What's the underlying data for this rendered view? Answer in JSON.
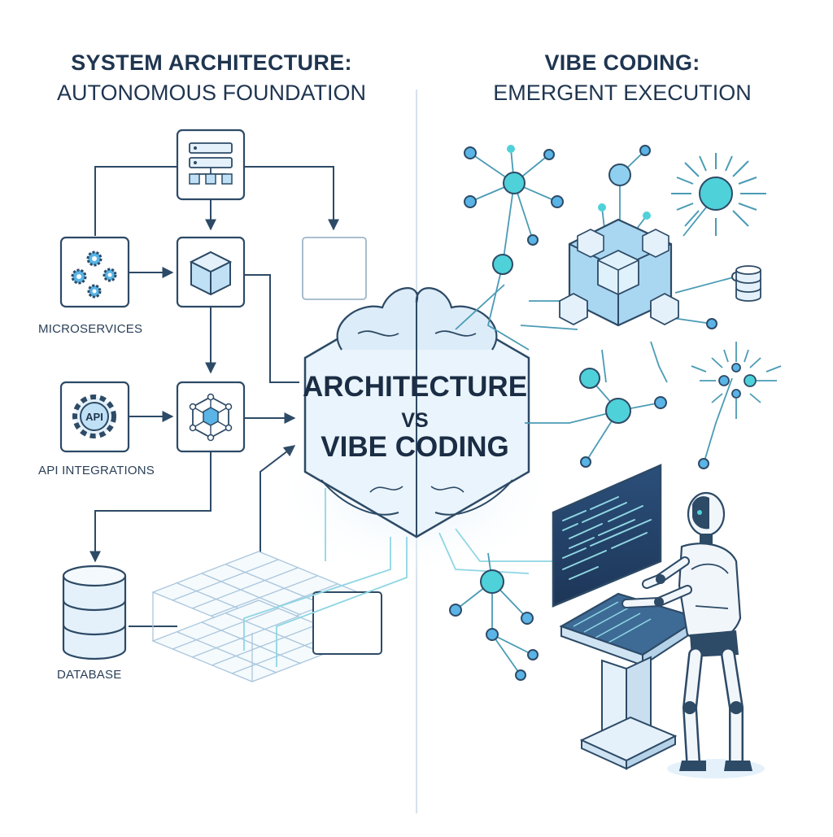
{
  "left_panel": {
    "title_bold": "SYSTEM ARCHITECTURE:",
    "title_light": "AUTONOMOUS FOUNDATION",
    "labels": {
      "microservices": "MICROSERVICES",
      "api_integrations": "API INTEGRATIONS",
      "database": "DATABASE"
    },
    "api_badge": "API"
  },
  "right_panel": {
    "title_bold": "VIBE CODING:",
    "title_light": "EMERGENT EXECUTION"
  },
  "center": {
    "line1": "ARCHITECTURE",
    "line2": "VS",
    "line3": "VIBE CODING"
  },
  "colors": {
    "navy": "#1f3550",
    "line": "#2d4a66",
    "teal": "#4fd1d9",
    "blue_node": "#5ab4e6",
    "pale_blue": "#e4f1fb",
    "cyan_line": "#8fd6e3"
  },
  "icons": [
    "server-icon",
    "gear-cluster-icon",
    "cube-icon",
    "api-gear-icon",
    "network-cube-icon",
    "database-icon",
    "brain-icon",
    "robot-icon",
    "code-monitor-icon"
  ]
}
